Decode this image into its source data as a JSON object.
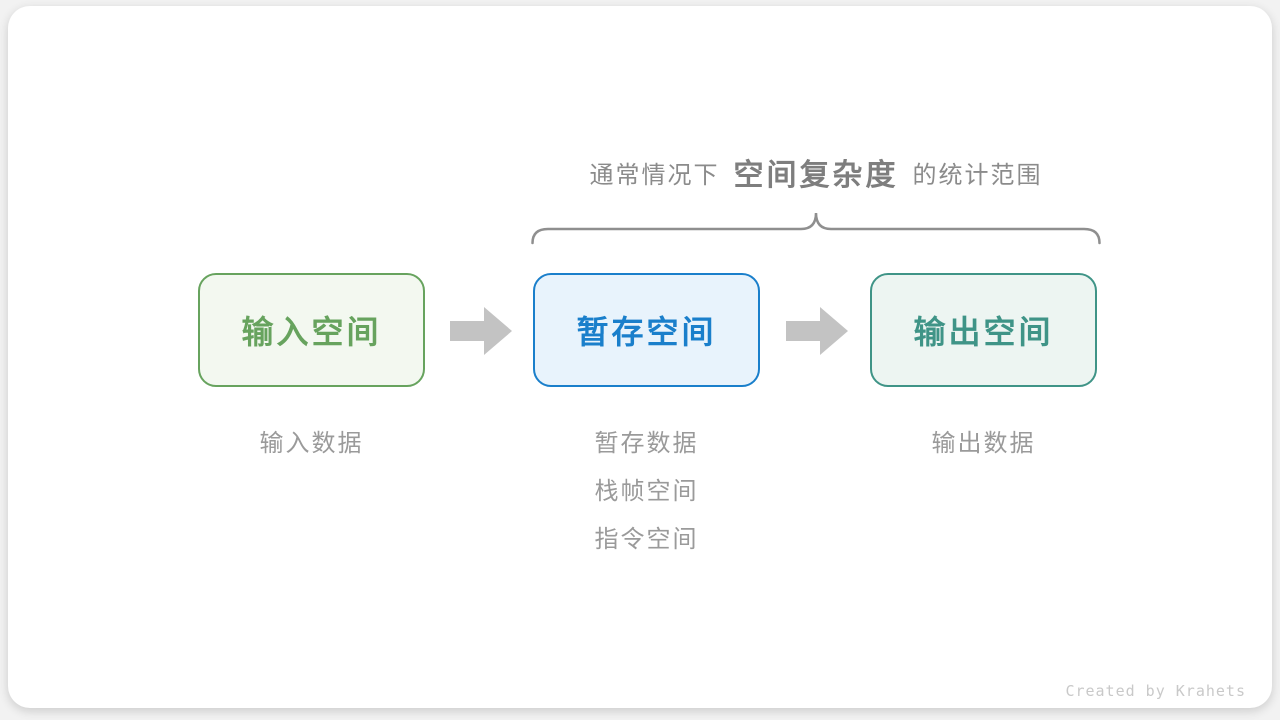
{
  "title": {
    "prefix": "通常情况下",
    "highlight": "空间复杂度",
    "suffix": "的统计范围"
  },
  "boxes": [
    {
      "label": "输入空间",
      "text_color": "#67a35e",
      "border_color": "#67a35e",
      "bg_color": "#f3f8f0",
      "notes": [
        "输入数据"
      ]
    },
    {
      "label": "暂存空间",
      "text_color": "#1a7fcb",
      "border_color": "#1a7fcb",
      "bg_color": "#e8f3fc",
      "notes": [
        "暂存数据",
        "栈帧空间",
        "指令空间"
      ]
    },
    {
      "label": "输出空间",
      "text_color": "#3f9487",
      "border_color": "#3f9487",
      "bg_color": "#edf5f2",
      "notes": [
        "输出数据"
      ]
    }
  ],
  "colors": {
    "arrow": "#c3c3c3",
    "brace": "#8f8f8f",
    "title_text": "#8b8b8b",
    "note_text": "#9a9a9a"
  },
  "footer": "Created by Krahets"
}
